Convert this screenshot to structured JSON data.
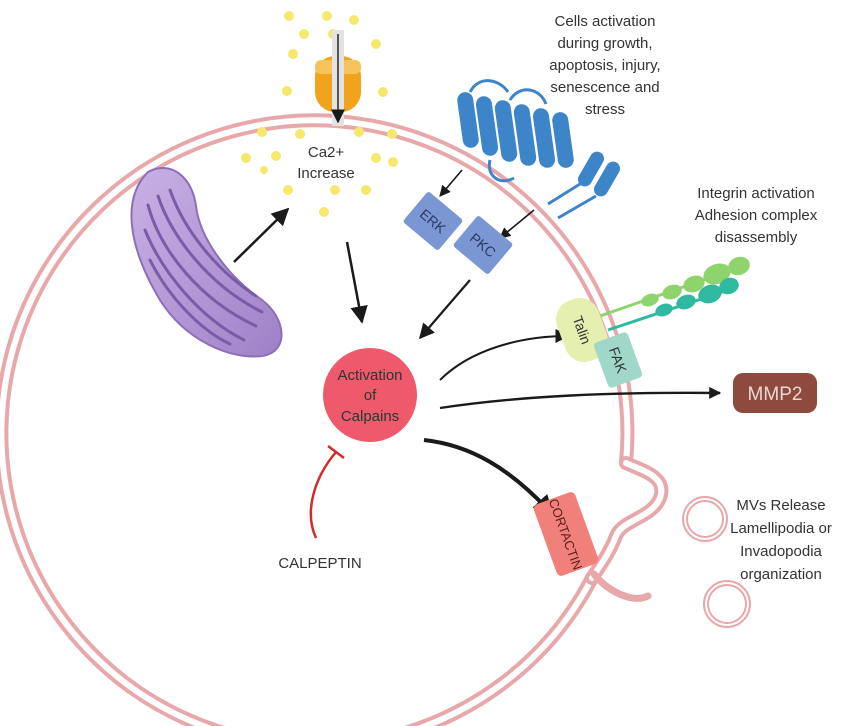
{
  "labels": {
    "ca_line1": "Ca2+",
    "ca_line2": "Increase",
    "cells_activation": [
      "Cells activation",
      "during growth,",
      "apoptosis, injury,",
      "senescence and",
      "stress"
    ],
    "integrin": [
      "Integrin activation",
      "Adhesion complex",
      "disassembly"
    ],
    "mvs": [
      "MVs Release",
      "Lamellipodia or",
      "Invadopodia",
      "organization"
    ],
    "calpains": [
      "Activation",
      "of",
      "Calpains"
    ],
    "erk": "ERK",
    "pkc": "PKC",
    "talin": "Talin",
    "fak": "FAK",
    "mmp2": "MMP2",
    "cortactin": "CORTACTIN",
    "calpeptin": "CALPEPTIN"
  },
  "colors": {
    "membrane": "#e8a8a9",
    "calpain": "#ee5a6b",
    "receptor": "#3d85c8",
    "kinase": "#7b97d3",
    "mitochondrion": "#b79ad6",
    "calcium": "#f5e86c",
    "channel": "#f2a31c",
    "talin": "#e5efb0",
    "fak": "#9fd8c8",
    "mmp2": "#8f4a3e",
    "cortactin": "#f1807a",
    "inhibitor": "#d42a2a",
    "integrin_a": "#8fd36c",
    "integrin_b": "#2fb9a0"
  }
}
